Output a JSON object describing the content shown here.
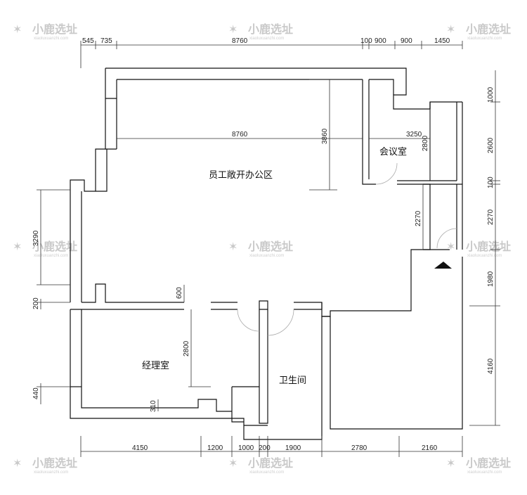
{
  "rooms": {
    "office": "员工敞开办公区",
    "meeting": "会议室",
    "manager": "经理室",
    "bathroom": "卫生间"
  },
  "dims_top": [
    "545",
    "735",
    "8760",
    "100",
    "900",
    "900",
    "1450"
  ],
  "dims_inner": {
    "office_width": "8760",
    "office_depth": "3860",
    "meeting_width": "3250",
    "meeting_depth": "2800"
  },
  "dims_right": [
    "1000",
    "2600",
    "100",
    "2270",
    "1980",
    "4160"
  ],
  "dims_left": [
    "3290",
    "200",
    "440"
  ],
  "dims_bottom": [
    "4150",
    "1200",
    "1000",
    "200",
    "1900",
    "2780",
    "2160"
  ],
  "dims_misc": {
    "corridor": "2270",
    "manager_wall": "600",
    "manager_depth": "2800",
    "step": "310"
  },
  "watermark": {
    "name": "小鹿选址",
    "url": "xiaoluxuanzhi.com"
  }
}
